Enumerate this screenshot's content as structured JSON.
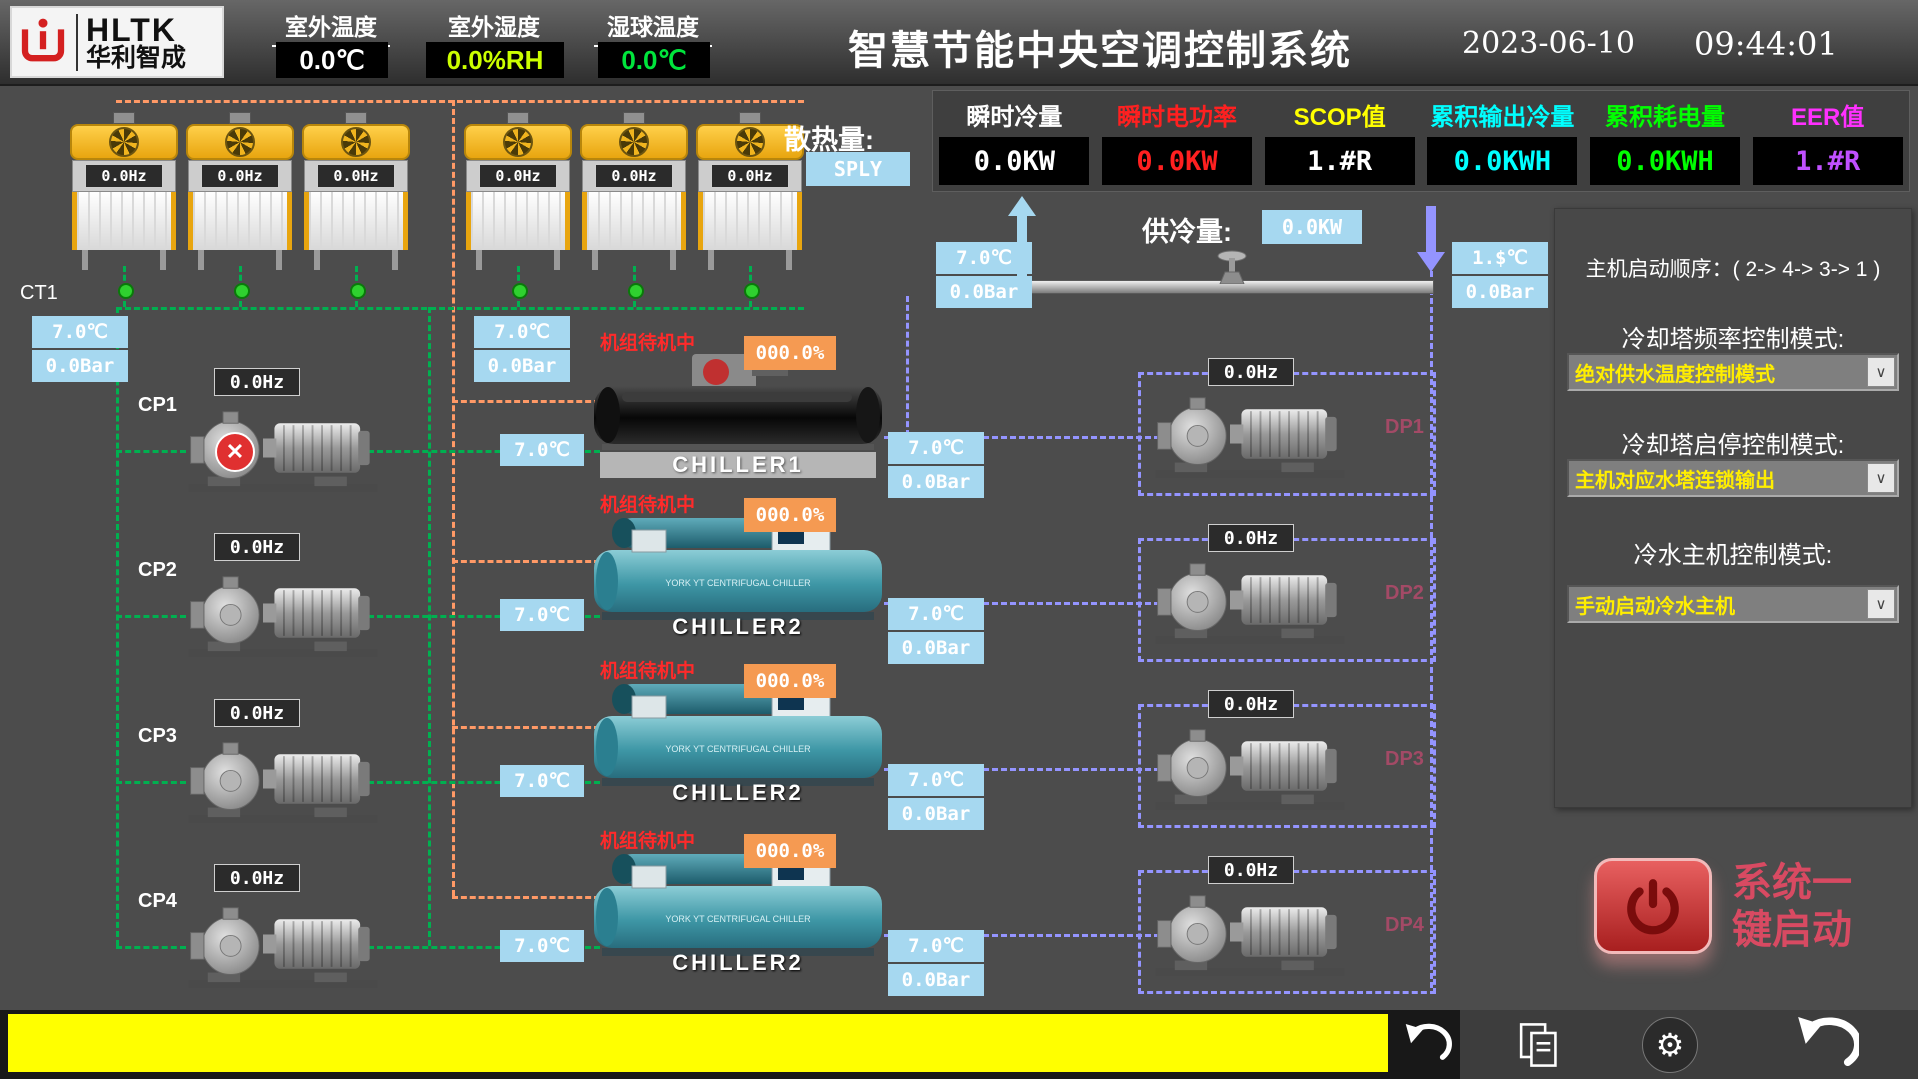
{
  "header": {
    "brand": {
      "line1": "HLTK",
      "line2": "华利智成"
    },
    "sensors": [
      {
        "label": "室外温度",
        "value": "0.0℃"
      },
      {
        "label": "室外湿度",
        "value": "0.0%RH"
      },
      {
        "label": "湿球温度",
        "value": "0.0℃"
      }
    ],
    "title": "智慧节能中央空调控制系统",
    "date": "2023-06-10",
    "time": "09:44:01"
  },
  "stats": [
    {
      "label": "瞬时冷量",
      "value": "0.0KW"
    },
    {
      "label": "瞬时电功率",
      "value": "0.0KW"
    },
    {
      "label": "SCOP值",
      "value": "1.#R"
    },
    {
      "label": "累积输出冷量",
      "value": "0.0KWH"
    },
    {
      "label": "累积耗电量",
      "value": "0.0KWH"
    },
    {
      "label": "EER值",
      "value": "1.#R"
    }
  ],
  "cooling_towers": {
    "group_label": "CT1",
    "units": [
      {
        "freq": "0.0Hz"
      },
      {
        "freq": "0.0Hz"
      },
      {
        "freq": "0.0Hz"
      },
      {
        "freq": "0.0Hz"
      },
      {
        "freq": "0.0Hz"
      },
      {
        "freq": "0.0Hz"
      }
    ],
    "heat_label": "散热量:",
    "heat_button": "SPLY",
    "outlet_left": {
      "temp": "7.0℃",
      "press": "0.0Bar"
    },
    "outlet_mid": {
      "temp": "7.0℃",
      "press": "0.0Bar"
    }
  },
  "supply_header": {
    "label": "供冷量:",
    "value": "0.0KW",
    "supply": {
      "temp": "7.0℃",
      "press": "0.0Bar"
    },
    "return": {
      "temp": "1.$℃",
      "press": "0.0Bar"
    }
  },
  "cp_pumps": [
    {
      "id": "CP1",
      "freq": "0.0Hz"
    },
    {
      "id": "CP2",
      "freq": "0.0Hz"
    },
    {
      "id": "CP3",
      "freq": "0.0Hz"
    },
    {
      "id": "CP4",
      "freq": "0.0Hz"
    }
  ],
  "dp_pumps": [
    {
      "id": "DP1",
      "freq": "0.0Hz"
    },
    {
      "id": "DP2",
      "freq": "0.0Hz"
    },
    {
      "id": "DP3",
      "freq": "0.0Hz"
    },
    {
      "id": "DP4",
      "freq": "0.0Hz"
    }
  ],
  "chillers": [
    {
      "name": "CHILLER1",
      "status": "机组待机中",
      "load": "000.0%",
      "chw_in": "7.0℃",
      "chw_out_temp": "7.0℃",
      "chw_out_press": "0.0Bar"
    },
    {
      "name": "CHILLER2",
      "status": "机组待机中",
      "load": "000.0%",
      "chw_in": "7.0℃",
      "chw_out_temp": "7.0℃",
      "chw_out_press": "0.0Bar"
    },
    {
      "name": "CHILLER2",
      "status": "机组待机中",
      "load": "000.0%",
      "chw_in": "7.0℃",
      "chw_out_temp": "7.0℃",
      "chw_out_press": "0.0Bar"
    },
    {
      "name": "CHILLER2",
      "status": "机组待机中",
      "load": "000.0%",
      "chw_in": "7.0℃",
      "chw_out_temp": "7.0℃",
      "chw_out_press": "0.0Bar"
    }
  ],
  "control_panel": {
    "startup_order": "主机启动顺序：( 2-> 4-> 3-> 1 )",
    "modes": [
      {
        "label": "冷却塔频率控制模式:",
        "value": "绝对供水温度控制模式"
      },
      {
        "label": "冷却塔启停控制模式:",
        "value": "主机对应水塔连锁输出"
      },
      {
        "label": "冷水主机控制模式:",
        "value": "手动启动冷水主机"
      }
    ],
    "start_button": {
      "line1": "系统一",
      "line2": "键启动"
    }
  },
  "colors": {
    "pipe_cooling": "#00b050",
    "pipe_condenser": "#ff9966",
    "pipe_chilled": "#9494ff",
    "alarm_red": "#ff2a2a",
    "value_cyan": "#00ffff",
    "value_green": "#00ff00",
    "value_yellow": "#ffff00",
    "value_magenta": "#ff30ff",
    "temp_box_blue": "#a6d8f0"
  }
}
